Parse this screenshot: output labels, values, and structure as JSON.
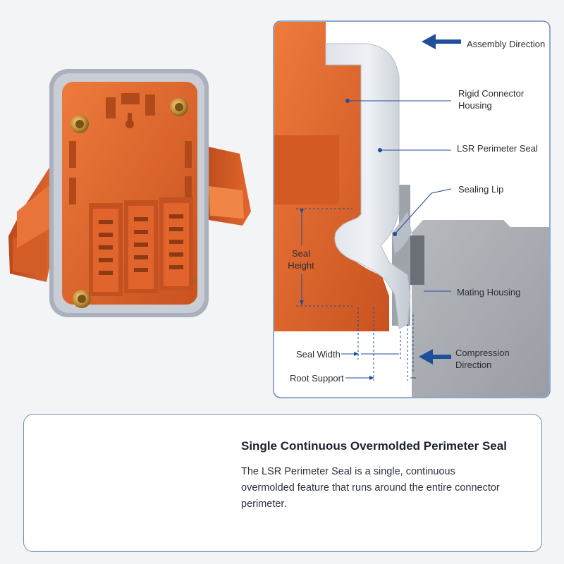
{
  "figure": {
    "callouts": {
      "assembly_direction": "Assembly Direction",
      "rigid_connector_housing": "Rigid Connector Housing",
      "lsr_perimeter_seal": "LSR Perimeter Seal",
      "sealing_lip": "Sealing Lip",
      "mating_housing": "Mating Housing",
      "compression_direction": "Compression Direction",
      "seal_height": "Seal Height",
      "seal_width": "Seal Width",
      "root_support": "Root Support"
    },
    "colors": {
      "housing_orange": "#e0642c",
      "seal_grey": "#c9ced6",
      "mating_grey": "#a9adb2",
      "accent_blue": "#1f4e9a",
      "panel_border": "#6f8fb8"
    }
  },
  "info": {
    "title": "Single Continuous Overmolded Perimeter Seal",
    "body": "The LSR Perimeter Seal is a single, continuous overmolded feature that runs around the entire connector perimeter."
  }
}
